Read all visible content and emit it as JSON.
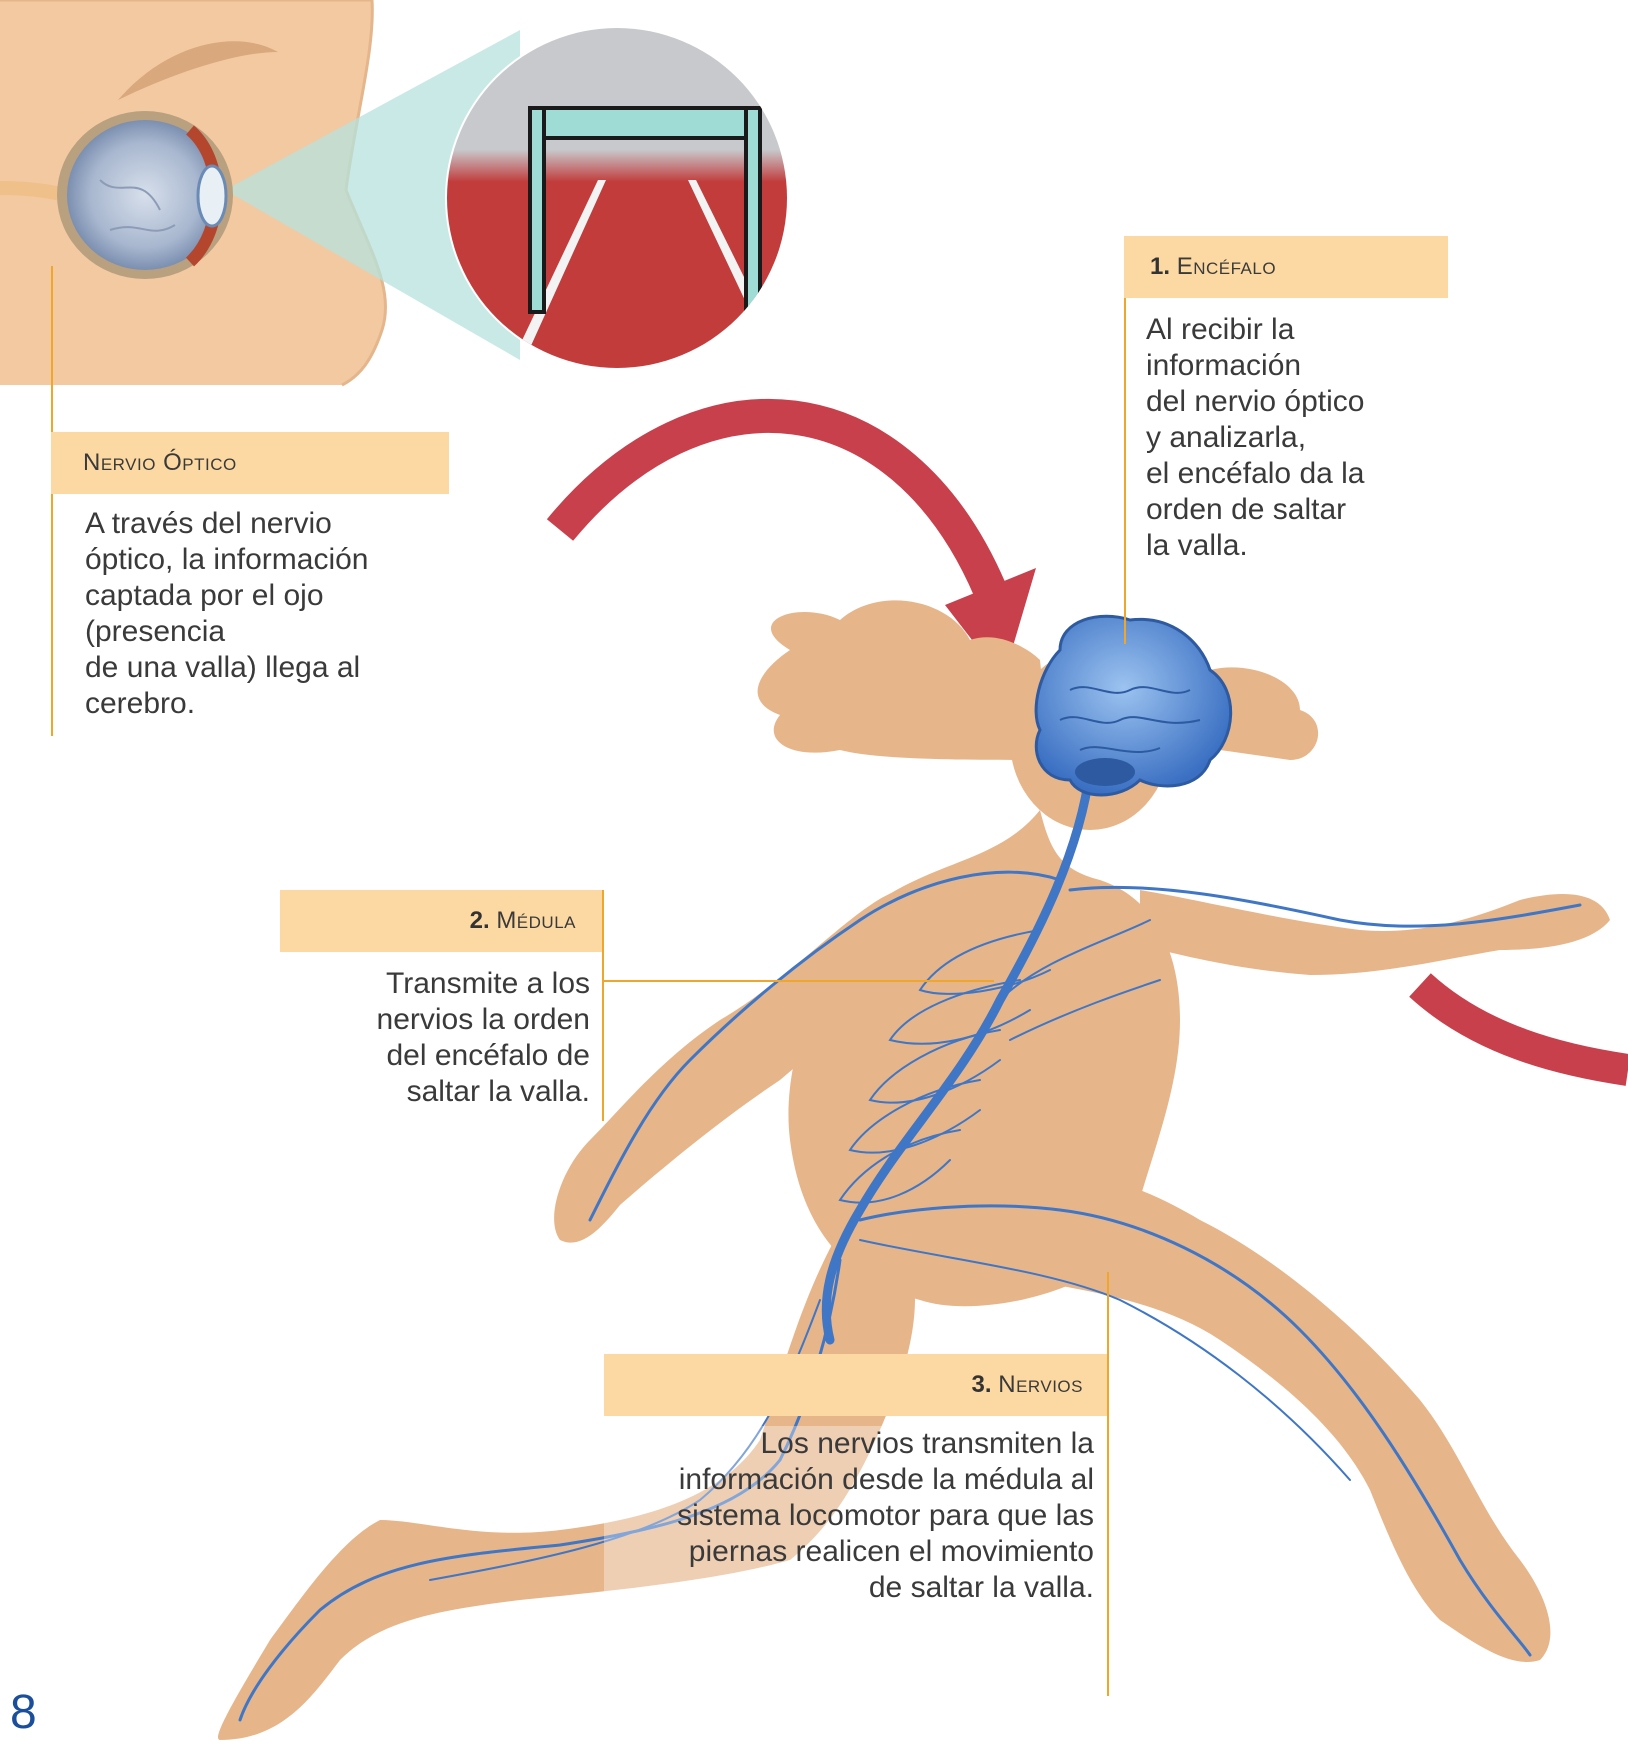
{
  "labels": {
    "optic": {
      "title": "Nervio óptico",
      "text": [
        "A través del nervio",
        "óptico, la información",
        "captada por el ojo",
        "(presencia",
        "de una valla) llega al",
        "cerebro."
      ]
    },
    "brain": {
      "number": "1.",
      "title": "Encéfalo",
      "text": [
        "Al recibir la",
        "información",
        "del nervio óptico",
        "y analizarla,",
        "el encéfalo da la",
        "orden de saltar",
        "la valla."
      ]
    },
    "spine": {
      "number": "2.",
      "title": "Médula",
      "text": [
        "Transmite a los",
        "nervios la orden",
        "del encéfalo de",
        "saltar la valla."
      ]
    },
    "nerves": {
      "number": "3.",
      "title": "Nervios",
      "text": [
        "Los nervios transmiten la",
        "información desde la médula al",
        "sistema locomotor para que las",
        "piernas realicen el movimiento",
        "de saltar la valla."
      ]
    }
  },
  "page_number": "8",
  "colors": {
    "label_bg": "#fcd9a3",
    "leader": "#f0a52b",
    "skin": "#e7b58a",
    "nerve": "#3f76c6",
    "arrow": "#c7404c",
    "track": "#c0383a",
    "hurdle": "#9fdcd6",
    "page_number": "#1b4f9c"
  },
  "icons": [
    "eye-icon",
    "brain-icon",
    "arrow-icon"
  ]
}
